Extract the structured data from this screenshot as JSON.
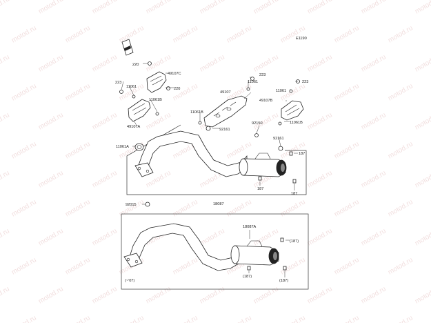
{
  "diagram_code": "E1190",
  "watermark": "motod.ru",
  "upper_assembly": {
    "part_labels": {
      "p220_top": "220",
      "p49107C": "49107C",
      "p223_left": "223",
      "p11061_left": "11061",
      "p220_mid": "220",
      "p11061B_left": "11061B",
      "p49107A": "49107A",
      "p11061A": "11061A",
      "p92015": "92015",
      "p11061B_mid": "11061B",
      "p92161_mid": "92161",
      "p49107": "49107",
      "p223_mid": "223",
      "p11061_mid": "11061",
      "p92150": "92150",
      "p223_right": "223",
      "p11061_right": "11061",
      "p49107B": "49107B",
      "p11061B_right": "11061B",
      "p92161_right": "92161",
      "p187_a": "187",
      "p187_b": "187",
      "p187_c": "187",
      "p18087": "18087"
    }
  },
  "lower_assembly": {
    "part_labels": {
      "p18087A": "18087A",
      "p187_a": "(187)",
      "p187_b": "(187)",
      "p187_c": "(187)"
    },
    "model_note": "(~'07)"
  }
}
